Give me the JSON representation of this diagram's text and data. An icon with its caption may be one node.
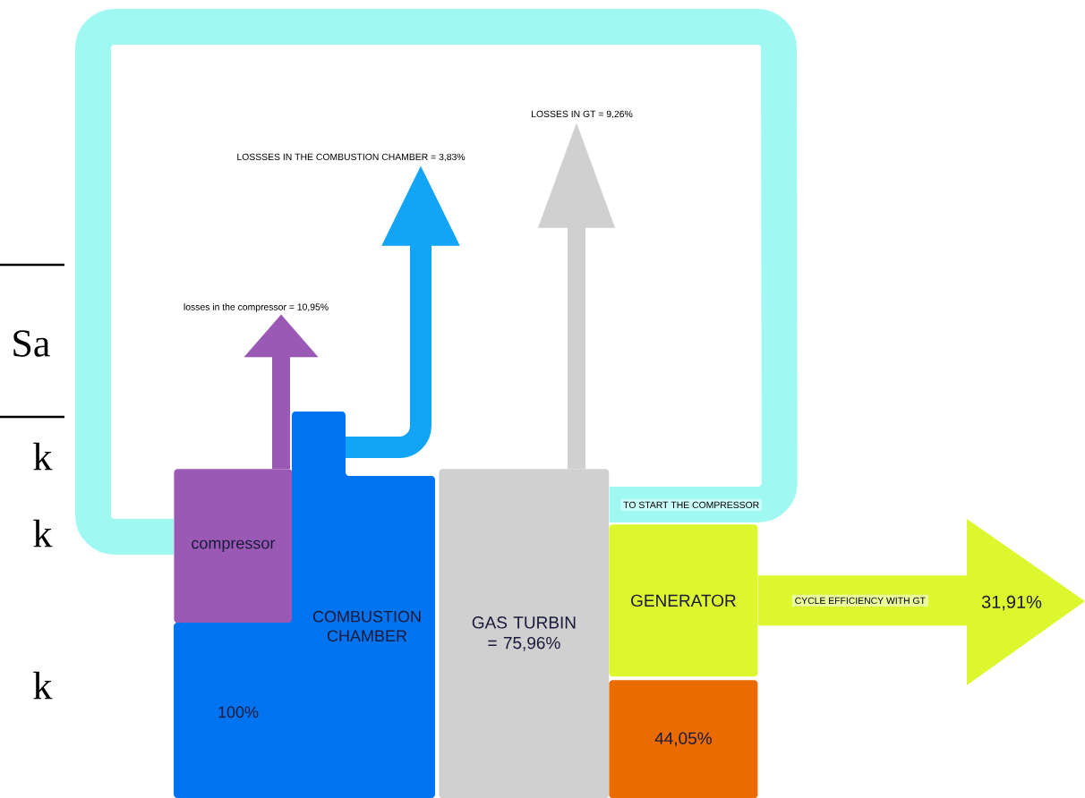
{
  "diagram": {
    "nodes": [
      {
        "text": [
          "compressor"
        ]
      },
      {
        "text": [
          "COMBUSTION CHAMBER",
          "100%"
        ]
      },
      {
        "text": [
          "GAS TURBIN = 75,96%"
        ]
      },
      {
        "text": [
          "GENERATOR"
        ]
      },
      {
        "text": [
          "44,05%"
        ]
      },
      {
        "text": [
          "31,91%"
        ]
      },
      {
        "text": [
          "losses in the compressor = 10,95%"
        ]
      },
      {
        "text": [
          "LOSSSES IN THE COMBUSTION CHAMBER = 3,83%"
        ]
      },
      {
        "text": [
          "LOSSES IN GT = 9,26%"
        ]
      }
    ],
    "edges": [
      {
        "from": 0,
        "to": 6,
        "arrow": "to",
        "color": "#9b59b6"
      },
      {
        "from": 1,
        "to": 7,
        "arrow": "to",
        "color": "#12a5f5"
      },
      {
        "from": 2,
        "to": 8,
        "arrow": "to",
        "color": "#d0d0d0"
      },
      {
        "from": 2,
        "to": 0,
        "arrow": "none",
        "label": "TO START THE COMPRESSOR",
        "color": "#9ff8f2"
      },
      {
        "from": 3,
        "to": 5,
        "arrow": "none",
        "label": "CYCLE EFFICIENCY WITH GT",
        "style": "thick",
        "color": "#ddf72f"
      }
    ],
    "labels": [
      "Sa",
      "k",
      "k",
      "k"
    ]
  }
}
